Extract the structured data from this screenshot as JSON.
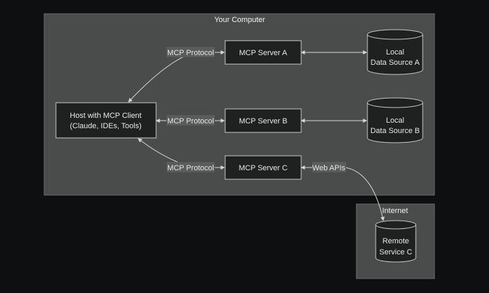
{
  "groups": {
    "computer": {
      "title": "Your Computer"
    },
    "internet": {
      "title": "Internet"
    }
  },
  "nodes": {
    "host": {
      "line1": "Host with MCP Client",
      "line2": "(Claude, IDEs, Tools)"
    },
    "server_a": {
      "label": "MCP Server A"
    },
    "server_b": {
      "label": "MCP Server B"
    },
    "server_c": {
      "label": "MCP Server C"
    },
    "source_a": {
      "line1": "Local",
      "line2": "Data Source A"
    },
    "source_b": {
      "line1": "Local",
      "line2": "Data Source B"
    },
    "remote_c": {
      "line1": "Remote",
      "line2": "Service C"
    }
  },
  "edges": {
    "a_label": "MCP Protocol",
    "b_label": "MCP Protocol",
    "c_label": "MCP Protocol",
    "web_label": "Web APIs"
  },
  "colors": {
    "background": "#0e0f11",
    "group_fill": "#4a4c4c",
    "group_stroke": "#6b6d6d",
    "node_fill": "#1f2020",
    "node_stroke": "#c8c8c8",
    "edge": "#d8d8d8"
  }
}
